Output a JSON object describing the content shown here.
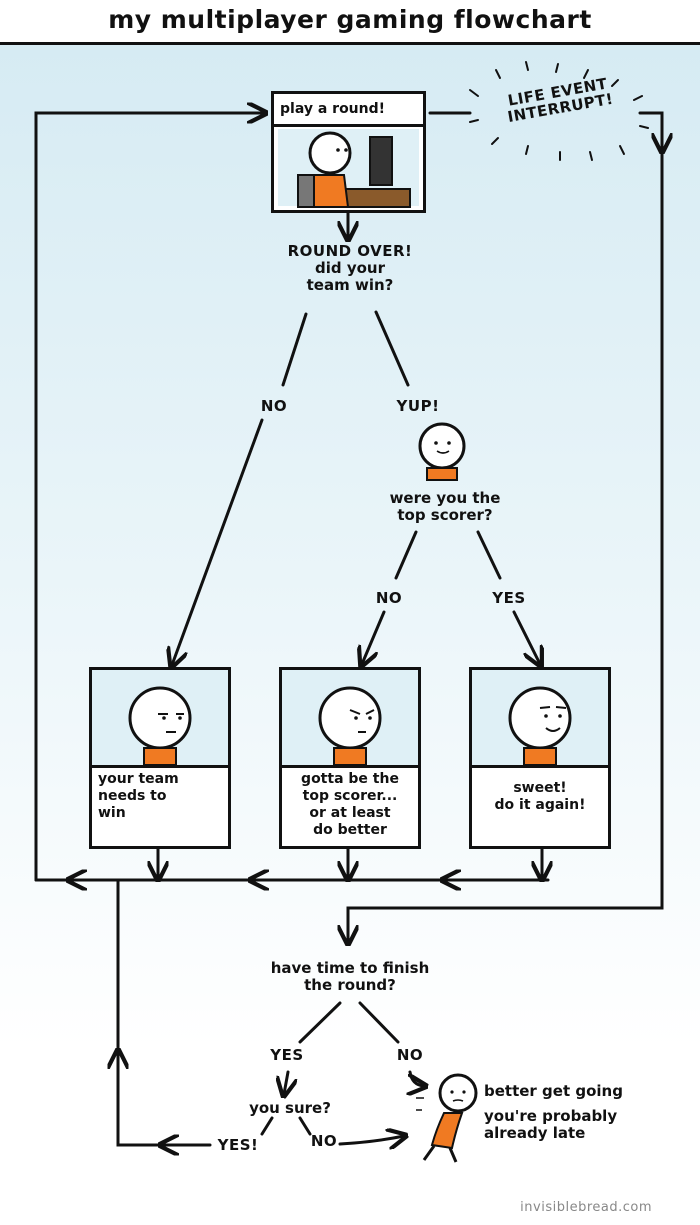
{
  "title": "my multiplayer gaming flowchart",
  "nodes": {
    "play_round": "play a round!",
    "life_event_line1": "LIFE EVENT",
    "life_event_line2": "INTERRUPT!",
    "round_over_line1": "ROUND OVER!",
    "round_over_line2": "did your",
    "round_over_line3": "team win?",
    "top_scorer_line1": "were you the",
    "top_scorer_line2": "top scorer?",
    "panel_team_line1": "your team",
    "panel_team_line2": "needs to",
    "panel_team_line3": "win",
    "panel_scorer_line1": "gotta be the",
    "panel_scorer_line2": "top scorer...",
    "panel_scorer_line3": "or at least",
    "panel_scorer_line4": "do better",
    "panel_sweet_line1": "sweet!",
    "panel_sweet_line2": "do it again!",
    "time_line1": "have time to finish",
    "time_line2": "the round?",
    "you_sure": "you sure?",
    "late_line1": "better get going",
    "late_line2": "you're probably",
    "late_line3": "already late"
  },
  "edges": {
    "no_win": "NO",
    "yup": "YUP!",
    "no_scorer": "NO",
    "yes_scorer": "YES",
    "yes_time": "YES",
    "no_time": "NO",
    "yes_sure": "YES!",
    "no_sure": "NO"
  },
  "credit": "invisiblebread.com",
  "colors": {
    "shirt": "#f07a22",
    "scene_bg": "#dff0f6",
    "ink": "#111111"
  }
}
